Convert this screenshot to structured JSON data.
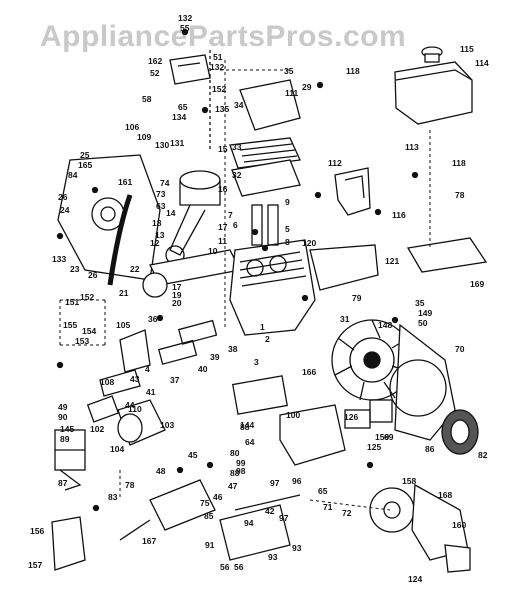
{
  "watermark": "AppliancePartsPros.com",
  "colors": {
    "ink": "#111111",
    "watermark": "#c9c9c9",
    "background": "#ffffff"
  },
  "callouts": [
    "132",
    "55",
    "162",
    "52",
    "58",
    "51",
    "132",
    "152",
    "65",
    "134",
    "135",
    "34",
    "35",
    "29",
    "111",
    "118",
    "115",
    "114",
    "106",
    "109",
    "130",
    "131",
    "15",
    "84",
    "26",
    "25",
    "165",
    "161",
    "74",
    "73",
    "63",
    "33",
    "32",
    "24",
    "16",
    "133",
    "23",
    "26",
    "14",
    "17",
    "12",
    "13",
    "11",
    "18",
    "10",
    "7",
    "9",
    "5",
    "8",
    "120",
    "113",
    "118",
    "78",
    "116",
    "112",
    "22",
    "121",
    "169",
    "151",
    "152",
    "155",
    "154",
    "153",
    "21",
    "17",
    "19",
    "20",
    "36",
    "79",
    "35",
    "149",
    "50",
    "105",
    "1",
    "38",
    "31",
    "148",
    "70",
    "166",
    "40",
    "39",
    "37",
    "108",
    "43",
    "4",
    "41",
    "44",
    "110",
    "103",
    "102",
    "104",
    "49",
    "90",
    "3",
    "100",
    "144",
    "64",
    "126",
    "125",
    "69",
    "88",
    "145",
    "86",
    "82",
    "89",
    "45",
    "80",
    "99",
    "98",
    "97",
    "96",
    "88",
    "87",
    "83",
    "78",
    "48",
    "46",
    "47",
    "75",
    "85",
    "94",
    "93",
    "93",
    "42",
    "97",
    "65",
    "71",
    "72",
    "159",
    "158",
    "168",
    "156",
    "167",
    "157",
    "91",
    "56",
    "56",
    "160",
    "124",
    "2",
    "6"
  ]
}
